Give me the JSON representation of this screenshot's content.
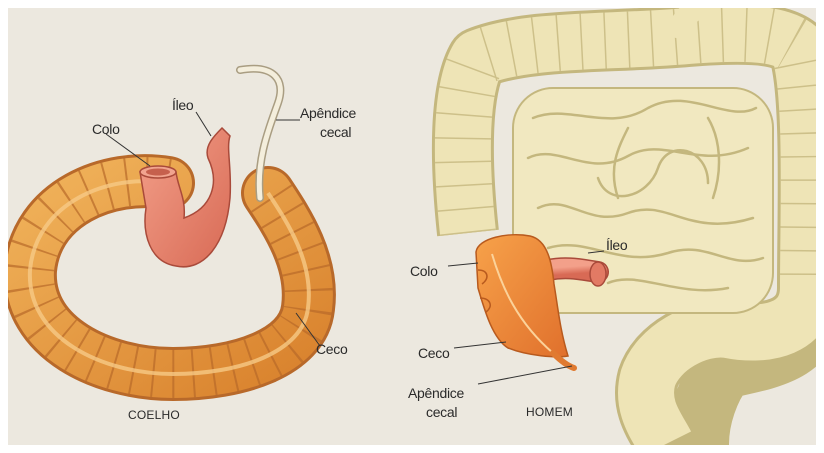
{
  "left_panel": {
    "caption": "COELHO",
    "labels": {
      "colo": "Colo",
      "ileo": "Íleo",
      "apendice_line1": "Apêndice",
      "apendice_line2": "cecal",
      "ceco": "Ceco"
    }
  },
  "right_panel": {
    "caption": "HOMEM",
    "labels": {
      "colo": "Colo",
      "ileo": "Íleo",
      "ceco": "Ceco",
      "apendice_line1": "Apêndice",
      "apendice_line2": "cecal"
    }
  },
  "colors": {
    "background": "#ece8df",
    "cecum_rabbit": "#e39a3e",
    "ileum_pink": "#e98670",
    "intestine_cream": "#ede3b3",
    "cecum_human": "#ee8a3c"
  }
}
